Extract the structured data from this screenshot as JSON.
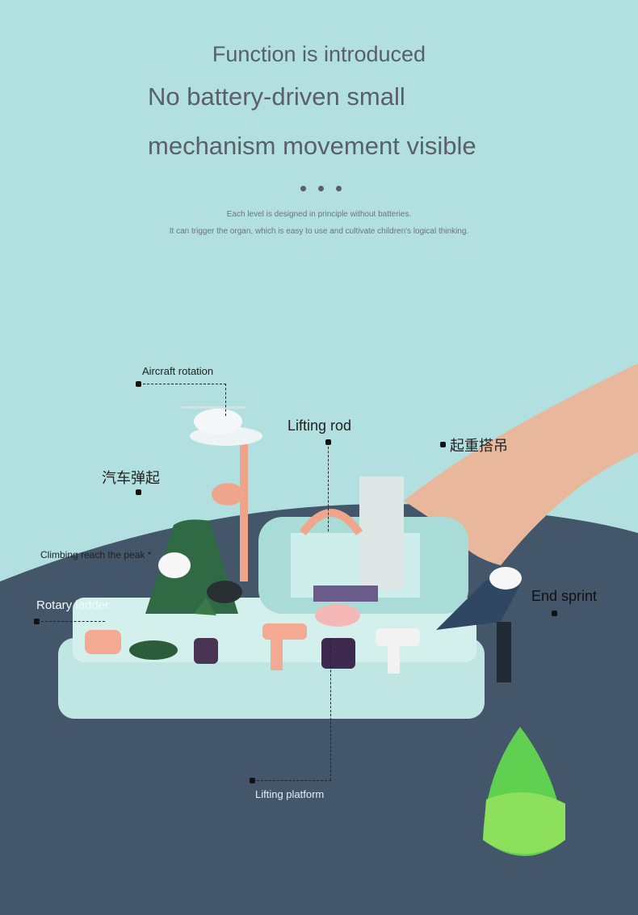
{
  "heading": "Function is introduced",
  "subtitle_lines": [
    "No battery-driven small",
    "mechanism movement visible"
  ],
  "desc_lines": [
    "Each level is designed in principle without batteries.",
    "It can trigger the organ, which is easy to use and cultivate children's logical thinking."
  ],
  "labels": {
    "aircraft": "Aircraft rotation",
    "lifting_rod": "Lifting rod",
    "crane": "起重搭吊",
    "car_bounce": "汽车弹起",
    "climbing": "Climbing reach the peak *",
    "rotary": "Rotary ladder",
    "end_sprint": "End sprint",
    "platform": "Lifting platform"
  },
  "colors": {
    "top_bg": "#b2e0e1",
    "bottom_bg": "#43566a"
  }
}
